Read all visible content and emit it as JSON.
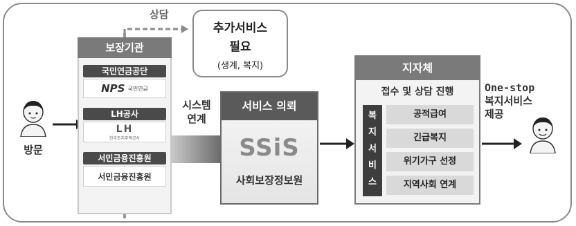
{
  "visit": {
    "label": "방문"
  },
  "consult": {
    "label": "상담"
  },
  "additional": {
    "line1": "추가서비스",
    "line2": "필요",
    "line3": "(생계, 복지)"
  },
  "institutions": {
    "title": "보장기관",
    "orgs": [
      {
        "name": "국민연금공단",
        "logo_text": "NPS",
        "logo_sub": "국민연금"
      },
      {
        "name": "LH공사",
        "logo_text": "LH",
        "logo_sub": "한국토지주택공사"
      },
      {
        "name": "서민금융진흥원",
        "logo_text": "서민금융진흥원",
        "logo_sub": ""
      }
    ]
  },
  "system_link": {
    "line1": "시스템",
    "line2": "연계"
  },
  "service_request": {
    "title": "서비스 의뢰",
    "logo_text": "SSiS",
    "org_name": "사회보장정보원"
  },
  "local_gov": {
    "title": "지자체",
    "subtitle": "접수 및 상담 진행",
    "side_label": [
      "복",
      "지",
      "서",
      "비",
      "스"
    ],
    "items": [
      "공적급여",
      "긴급복지",
      "위기가구 선정",
      "지역사회 연계"
    ]
  },
  "one_stop": {
    "line1": "One-stop",
    "line2": "복지서비스",
    "line3": "제공"
  },
  "colors": {
    "dark": "#4a4a4a",
    "mid": "#7a7a7a",
    "light": "#d9d9d9",
    "panel": "#f3f3f3"
  }
}
